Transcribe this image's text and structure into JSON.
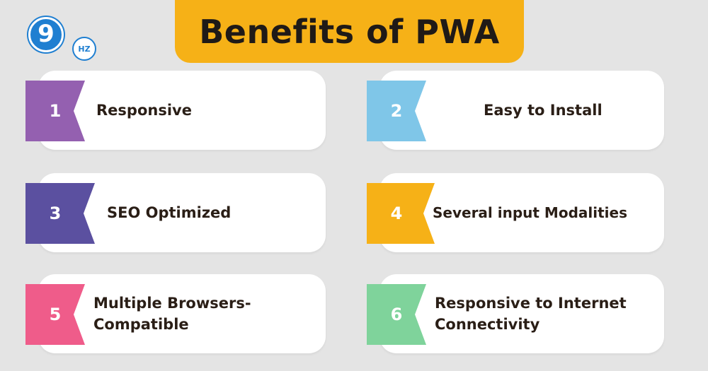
{
  "logo": {
    "mark": "9",
    "badge": "HZ"
  },
  "title": "Benefits of PWA",
  "items": [
    {
      "number": "1",
      "label": "Responsive",
      "color": "#9460b0",
      "dark": "#6f4186"
    },
    {
      "number": "2",
      "label": "Easy to Install",
      "color": "#7fc6e8",
      "dark": "#5aa6cc"
    },
    {
      "number": "3",
      "label": "SEO Optimized",
      "color": "#5b50a0",
      "dark": "#3f3679"
    },
    {
      "number": "4",
      "label": "Several input Modalities",
      "color": "#f6b117",
      "dark": "#cf8e06"
    },
    {
      "number": "5",
      "label": "Multiple Browsers-Compatible",
      "color": "#ef5c8a",
      "dark": "#c63a66"
    },
    {
      "number": "6",
      "label": "Responsive to Internet Connectivity",
      "color": "#7fd39b",
      "dark": "#55ad72"
    }
  ]
}
